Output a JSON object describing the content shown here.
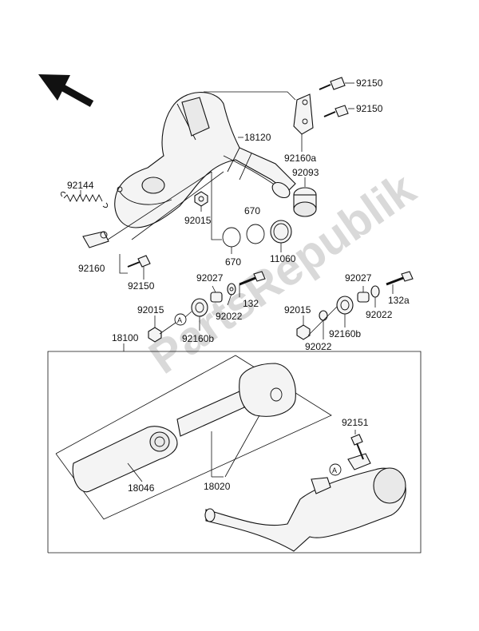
{
  "watermark": "PartsRepublik",
  "labels": {
    "p92150a": "92150",
    "p92150b": "92150",
    "p18120": "18120",
    "p92160a": "92160a",
    "p92093": "92093",
    "p92144": "92144",
    "p92015a": "92015",
    "p670a": "670",
    "p670b": "670",
    "p11060": "11060",
    "p92160": "92160",
    "p92150c": "92150",
    "p92027a": "92027",
    "p132": "132",
    "p92022a": "92022",
    "p92015b": "92015",
    "p92160b_a": "92160b",
    "p92027b": "92027",
    "p132a": "132a",
    "p92022b": "92022",
    "p92015c": "92015",
    "p92160b_b": "92160b",
    "p92022c": "92022",
    "p18100": "18100",
    "p92151": "92151",
    "p18046": "18046",
    "p18020": "18020",
    "markA1": "A",
    "markA2": "A",
    "markA3": "A"
  }
}
